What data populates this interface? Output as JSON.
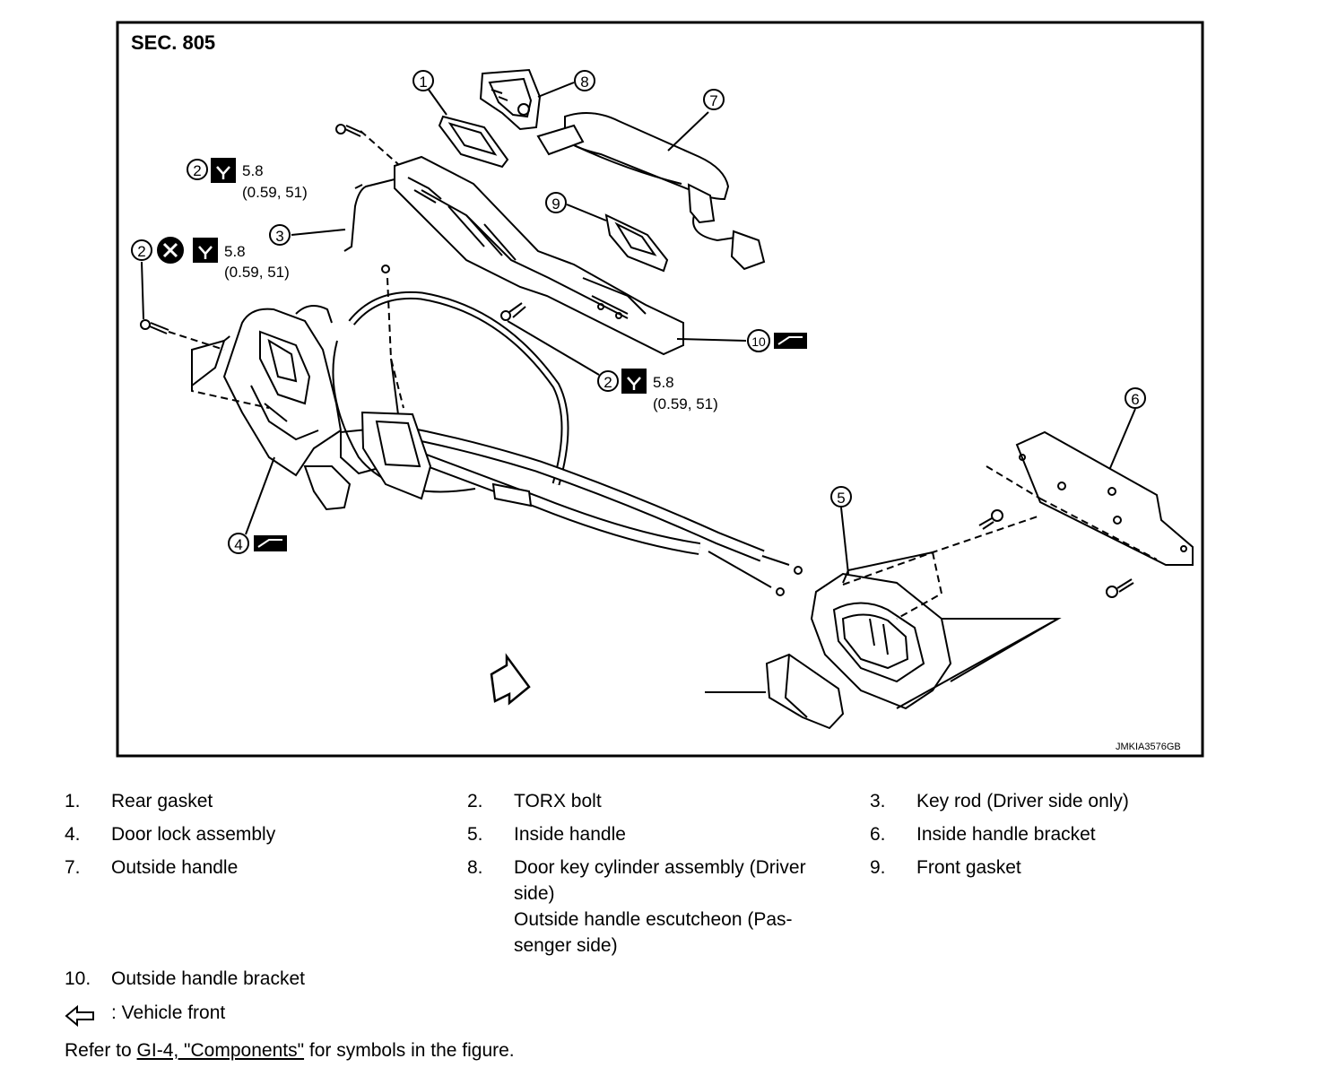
{
  "figure": {
    "section_label": "SEC. 805",
    "figure_code": "JMKIA3576GB",
    "callouts": [
      {
        "n": "1"
      },
      {
        "n": "2"
      },
      {
        "n": "3"
      },
      {
        "n": "4"
      },
      {
        "n": "5"
      },
      {
        "n": "6"
      },
      {
        "n": "7"
      },
      {
        "n": "8"
      },
      {
        "n": "9"
      },
      {
        "n": "10"
      }
    ],
    "torques": [
      {
        "value": "5.8",
        "units": "(0.59, 51)"
      },
      {
        "value": "5.8",
        "units": "(0.59, 51)"
      },
      {
        "value": "5.8",
        "units": "(0.59, 51)"
      }
    ],
    "icons": [
      "torque-wrench-icon",
      "never-reuse-icon",
      "grease-icon",
      "vehicle-front-arrow-icon"
    ]
  },
  "legend": [
    {
      "num": "1.",
      "label": "Rear gasket"
    },
    {
      "num": "2.",
      "label": "TORX bolt"
    },
    {
      "num": "3.",
      "label": "Key rod (Driver side only)"
    },
    {
      "num": "4.",
      "label": "Door lock assembly"
    },
    {
      "num": "5.",
      "label": "Inside handle"
    },
    {
      "num": "6.",
      "label": "Inside handle bracket"
    },
    {
      "num": "7.",
      "label": "Outside handle"
    },
    {
      "num": "8.",
      "label_lines": [
        "Door key cylinder assembly (Driver",
        "side)",
        "Outside handle escutcheon (Pas-",
        "senger side)"
      ]
    },
    {
      "num": "9.",
      "label": "Front gasket"
    },
    {
      "num": "10.",
      "label": "Outside handle bracket"
    }
  ],
  "vehicle_front": ": Vehicle front",
  "refer": {
    "prefix": "Refer to ",
    "link": "GI-4, \"Components\"",
    "suffix": " for symbols in the figure."
  }
}
